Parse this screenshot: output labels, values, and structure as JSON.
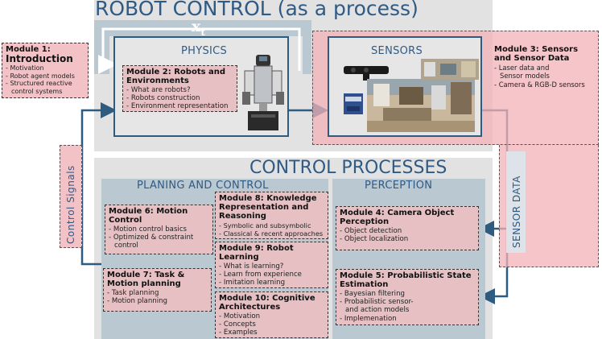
{
  "header": {
    "title": "ROBOT CONTROL  (as a process)",
    "state_symbol": "x",
    "state_subscript": "t"
  },
  "physics": {
    "label": "PHYSICS"
  },
  "sensors": {
    "label": "SENSORS"
  },
  "control_processes": {
    "title": "CONTROL PROCESSES"
  },
  "planing": {
    "label": "PLANING AND CONTROL"
  },
  "perception": {
    "label": "PERCEPTION"
  },
  "side_labels": {
    "control_signals": "Control Signals",
    "sensor_data": "SENSOR DATA"
  },
  "modules": {
    "m1": {
      "title1": "Module 1:",
      "title2": "Introduction",
      "items": [
        "Motivation",
        "Robot agent models",
        "Structured reactive",
        "control systems"
      ]
    },
    "m2": {
      "title": "Module 2: Robots and Environments",
      "items": [
        "What are robots?",
        "Robots construction",
        "Environment representation"
      ]
    },
    "m3": {
      "title": "Module 3: Sensors and Sensor Data",
      "items": [
        "Laser data and",
        "Sensor models",
        "Camera & RGB-D sensors"
      ]
    },
    "m4": {
      "title": "Module 4: Camera Object Perception",
      "items": [
        "Object detection",
        "Object localization"
      ]
    },
    "m5": {
      "title": "Module 5: Probabilistic State Estimation",
      "items": [
        "Bayesian filtering",
        "Probabilistic sensor-",
        "and action models",
        "Implemenation"
      ]
    },
    "m6": {
      "title": "Module 6: Motion Control",
      "items": [
        "Motion control basics",
        "Optimized & constraint",
        "control"
      ]
    },
    "m7": {
      "title": "Module 7: Task & Motion planning",
      "items": [
        "Task planning",
        "Motion planning"
      ]
    },
    "m8": {
      "title": "Module 8: Knowledge Representation and Reasoning",
      "items": [
        "Symbolic and subsymbolic",
        "Classical & recent approaches"
      ]
    },
    "m9": {
      "title": "Module 9: Robot Learning",
      "items": [
        "What is learning?",
        "Learn from experience",
        "Imitation learning"
      ]
    },
    "m10": {
      "title": "Module 10: Cognitive Architectures",
      "items": [
        "Motivation",
        "Concepts",
        "Examples"
      ]
    }
  },
  "colors": {
    "accent": "#2f5a85",
    "module_fill": "#f3c2c6",
    "panel": "#bac8d2",
    "band": "#e2e2e2"
  }
}
